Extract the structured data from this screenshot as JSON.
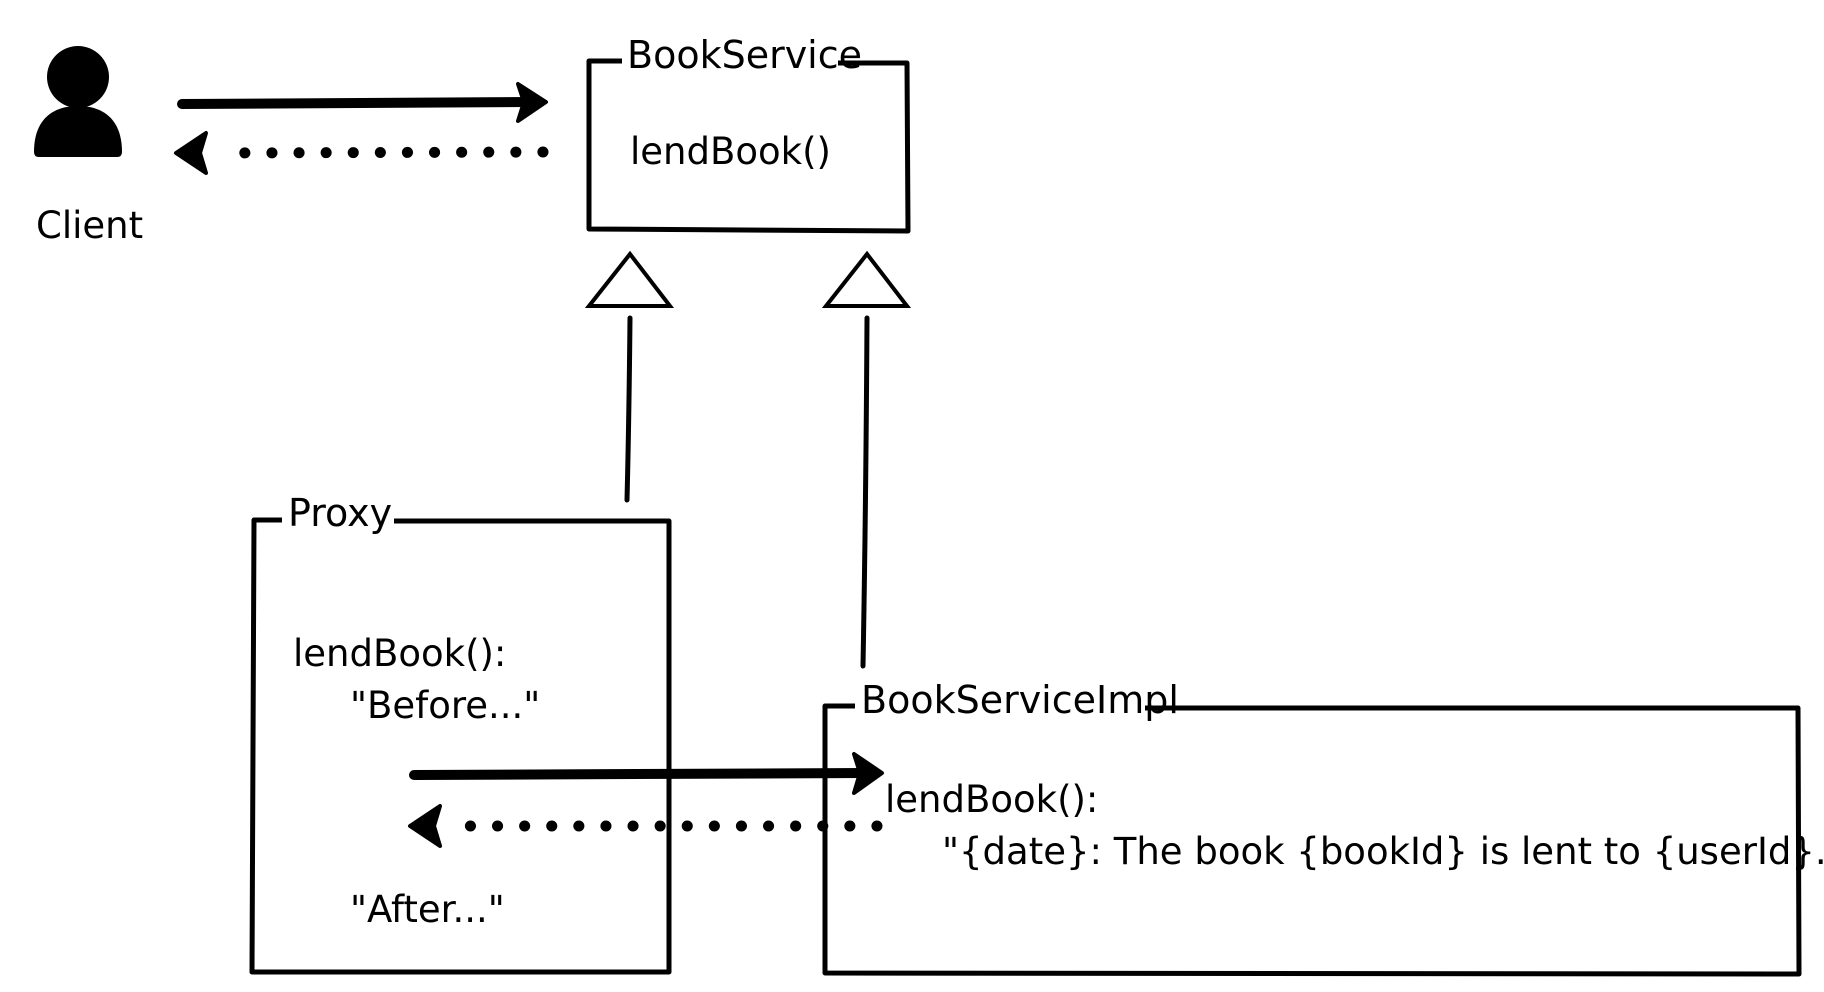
{
  "client": {
    "icon": "user-icon",
    "label": "Client"
  },
  "book_service": {
    "title": "BookService",
    "method": "lendBook()"
  },
  "proxy": {
    "title": "Proxy",
    "method": "lendBook():",
    "before": "\"Before...\"",
    "after": "\"After...\""
  },
  "book_service_impl": {
    "title": "BookServiceImpl",
    "method": "lendBook():",
    "message": "\"{date}: The book {bookId} is lent to {userId}.\""
  },
  "colors": {
    "stroke": "#000000",
    "background": "#ffffff"
  }
}
